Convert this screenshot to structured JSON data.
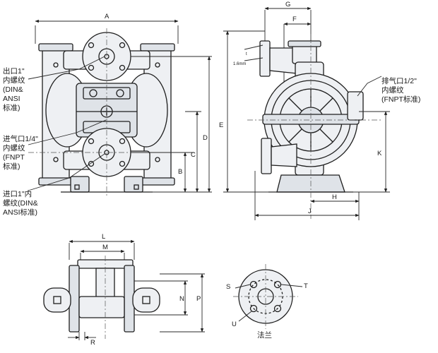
{
  "callouts": {
    "outlet": [
      "出口1\"",
      "内螺纹",
      "(DIN&",
      "ANSI",
      "标准)"
    ],
    "air_inlet": [
      "进气口1/4\"",
      "内螺纹",
      "(FNPT",
      "标准)"
    ],
    "inlet": [
      "进口1\"内",
      "螺纹(DIN&",
      "ANSI标准)"
    ],
    "exhaust": [
      "排气口1/2\"",
      "内螺纹",
      "(FNPT标准)"
    ],
    "flange_caption": "法兰"
  },
  "dimensions": {
    "A": "A",
    "B": "B",
    "C": "C",
    "D": "D",
    "E": "E",
    "F": "F",
    "G": "G",
    "H": "H",
    "J": "J",
    "K": "K",
    "L": "L",
    "M": "M",
    "N": "N",
    "P": "P",
    "R": "R",
    "S": "S",
    "T": "T",
    "U": "U"
  },
  "side_view_marks": {
    "angle": "t",
    "tag": "1.6mm"
  }
}
